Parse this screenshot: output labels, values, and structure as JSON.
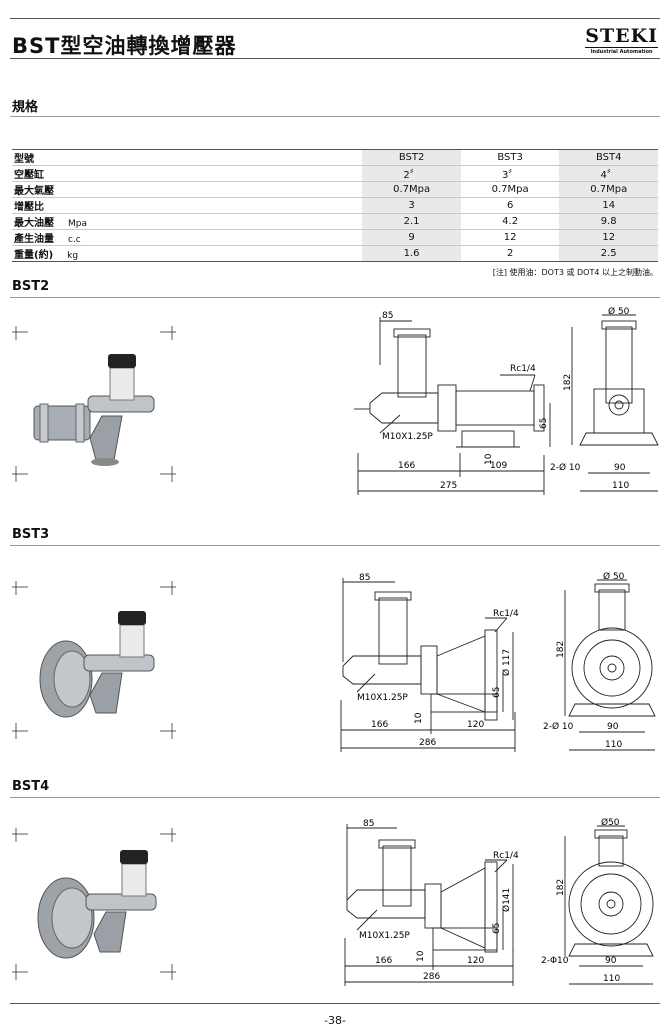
{
  "header": {
    "title": "BST型空油轉換增壓器",
    "logo_word": "STEKI",
    "logo_sub": "Industrial Automation"
  },
  "spec_heading": "規格",
  "spec_table": {
    "header_label": "型號",
    "models": [
      "BST2",
      "BST3",
      "BST4"
    ],
    "rows": [
      {
        "label": "空壓缸",
        "unit": "",
        "values": [
          "2〞",
          "3〞",
          "4〞"
        ]
      },
      {
        "label": "最大氣壓",
        "unit": "",
        "values": [
          "0.7Mpa",
          "0.7Mpa",
          "0.7Mpa"
        ]
      },
      {
        "label": "增壓比",
        "unit": "",
        "values": [
          "3",
          "6",
          "14"
        ]
      },
      {
        "label": "最大油壓",
        "unit": "Mpa",
        "values": [
          "2.1",
          "4.2",
          "9.8"
        ]
      },
      {
        "label": "產生油量",
        "unit": "c.c",
        "values": [
          "9",
          "12",
          "12"
        ]
      },
      {
        "label": "重量(約)",
        "unit": "kg",
        "values": [
          "1.6",
          "2",
          "2.5"
        ]
      }
    ],
    "note": "[注] 使用油：DOT3 或 DOT4 以上之制動油。"
  },
  "sections": [
    {
      "name": "BST2",
      "dims": {
        "a": "85",
        "port": "Rc1/4",
        "thread": "M10X1.25P",
        "h": "65",
        "base": "10",
        "l1": "166",
        "l2": "109",
        "total": "275",
        "dia": "Ø 50",
        "height": "182",
        "hole": "2-Ø 10",
        "w1": "90",
        "w2": "110",
        "flange": ""
      }
    },
    {
      "name": "BST3",
      "dims": {
        "a": "85",
        "port": "Rc1/4",
        "thread": "M10X1.25P",
        "h": "65",
        "base": "10",
        "l1": "166",
        "l2": "120",
        "total": "286",
        "dia": "Ø 50",
        "height": "182",
        "hole": "2-Ø 10",
        "w1": "90",
        "w2": "110",
        "flange": "Ø 117"
      }
    },
    {
      "name": "BST4",
      "dims": {
        "a": "85",
        "port": "Rc1/4",
        "thread": "M10X1.25P",
        "h": "65",
        "base": "10",
        "l1": "166",
        "l2": "120",
        "total": "286",
        "dia": "Ø50",
        "height": "182",
        "hole": "2-Φ10",
        "w1": "90",
        "w2": "110",
        "flange": "Ø141"
      }
    }
  ],
  "footer": {
    "page": "-38-"
  }
}
